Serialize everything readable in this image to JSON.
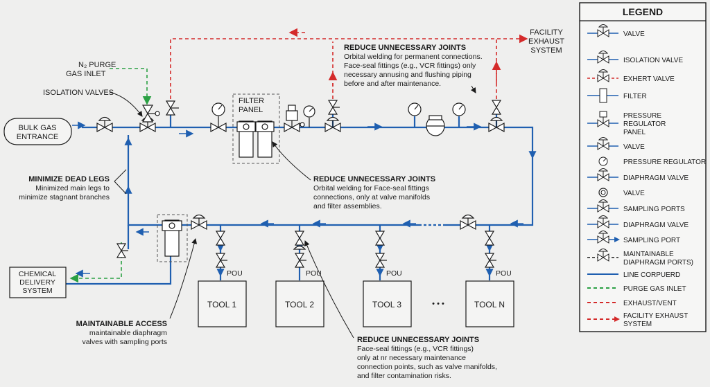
{
  "labels": {
    "n2_line1": "N₂ PURGE",
    "n2_line2": "GAS INLET",
    "isolation_valves": "ISOLATION VALVES",
    "bulk_line1": "BULK GAS",
    "bulk_line2": "ENTRANCE",
    "filter_line1": "FILTER",
    "filter_line2": "PANEL",
    "dead_legs_title": "MINIMIZE DEAD LEGS",
    "dead_legs_l1": "Minimized main legs to",
    "dead_legs_l2": "minimize stagnant branches",
    "chem_l1": "CHEMICAL",
    "chem_l2": "DELIVERY",
    "chem_l3": "SYSTEM",
    "maint_title": "MAINTAINABLE ACCESS",
    "maint_l1": "maintainable diaphragm",
    "maint_l2": "valves with sampling ports",
    "pou": "POU",
    "tool1": "TOOL 1",
    "tool2": "TOOL 2",
    "tool3": "TOOL 3",
    "tooln": "TOOL N",
    "dots": "• • •",
    "facility_l1": "FACILITY",
    "facility_l2": "EXHAUST",
    "facility_l3": "SYSTEM"
  },
  "notes": {
    "top": {
      "title": "REDUCE UNNECESSARY JOINTS",
      "l1": "Orbital welding for permanent connections.",
      "l2": "Face-seal fittings (e.g., VCR fittings) only",
      "l3": "necessary annusing and flushing piping",
      "l4": "before and after maintenance."
    },
    "middle": {
      "title": "REDUCE UNNECESSARY JOINTS",
      "l1": "Orbital welding for Face-seal fittings",
      "l2": "connections, only at valve manifolds",
      "l3": "and filter assemblies."
    },
    "bottom": {
      "title": "REDUCE UNNECESSARY JOINTS",
      "l1": "Face-seal fittings (e.g., VCR fittings)",
      "l2": "only at nr necessary maintenance",
      "l3": "connection points, such as valve manifolds,",
      "l4": "and filter contamination risks."
    }
  },
  "legend": {
    "title": "LEGEND",
    "items": [
      {
        "icon": "valve-icon",
        "label": "VALVE"
      },
      {
        "icon": "isolation-valve-icon",
        "label": "ISOLATION VALVE"
      },
      {
        "icon": "exhaust-valve-icon",
        "label": "EXHERT VALVE"
      },
      {
        "icon": "filter-icon",
        "label": "FILTER"
      },
      {
        "icon": "pressure-regulator-panel-icon",
        "label": "PRESSURE\nREGULATOR\nPANEL"
      },
      {
        "icon": "valve-icon",
        "label": "VALVE"
      },
      {
        "icon": "pressure-gauge-icon",
        "label": "PRESSURE REGULATOR"
      },
      {
        "icon": "diaphragm-valve-icon",
        "label": "DIAPHRAGM VALVE"
      },
      {
        "icon": "ring-valve-icon",
        "label": "VALVE"
      },
      {
        "icon": "sampling-port-icon",
        "label": "SAMPLING PORTS"
      },
      {
        "icon": "diaphragm-valve-icon",
        "label": "DIAPHRAGM VALVE"
      },
      {
        "icon": "sampling-port-arrow-icon",
        "label": "SAMPLING PORT"
      },
      {
        "icon": "maintainable-diaphragm-icon",
        "label": "MAINTAINABLE\nDIAPHRAGM PORTS)"
      },
      {
        "icon": "line-blue",
        "label": "LINE CORPUERD"
      },
      {
        "icon": "line-green-dashed",
        "label": "PURGE GAS INLET"
      },
      {
        "icon": "line-red-dashed",
        "label": "EXHAUST/VENT"
      },
      {
        "icon": "line-red-arrow",
        "label": "FACILITY EXHAUST\nSYSTEM"
      }
    ]
  },
  "colors": {
    "pipe": "#1f5fb0",
    "exhaust": "#d42a2a",
    "purge": "#2aa043",
    "background": "#efefee"
  }
}
